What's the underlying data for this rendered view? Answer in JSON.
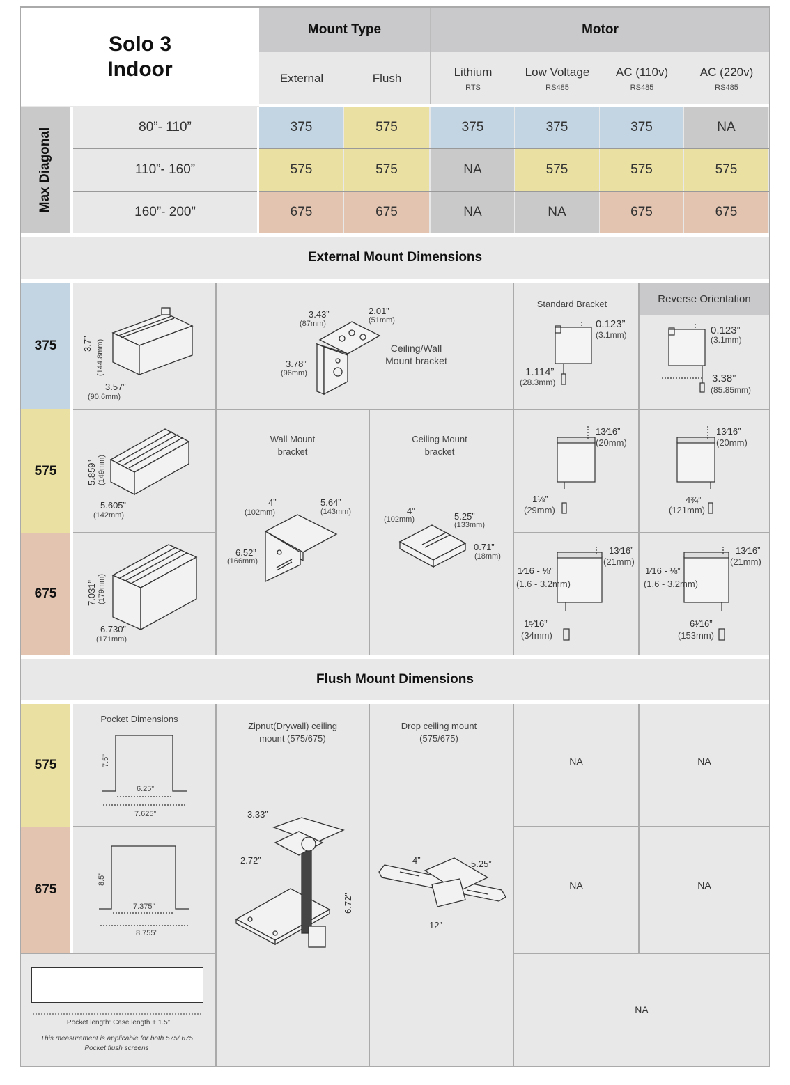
{
  "title": {
    "line1": "Solo 3",
    "line2": "Indoor"
  },
  "header": {
    "mount_type": "Mount Type",
    "motor": "Motor",
    "columns": [
      {
        "label": "External",
        "sub": ""
      },
      {
        "label": "Flush",
        "sub": ""
      },
      {
        "label": "Lithium",
        "sub": "RTS"
      },
      {
        "label": "Low Voltage",
        "sub": "RS485"
      },
      {
        "label": "AC (110v)",
        "sub": "RS485"
      },
      {
        "label": "AC (220v)",
        "sub": "RS485"
      }
    ]
  },
  "max_diagonal_label": "Max Diagonal",
  "rows": [
    {
      "range": "80”- 110”",
      "values": [
        "375",
        "575",
        "375",
        "375",
        "375",
        "NA"
      ],
      "colors": [
        "blue",
        "yel",
        "blue",
        "blue",
        "blue",
        "na"
      ]
    },
    {
      "range": "110”- 160”",
      "values": [
        "575",
        "575",
        "NA",
        "575",
        "575",
        "575"
      ],
      "colors": [
        "yel",
        "yel",
        "na",
        "yel",
        "yel",
        "yel"
      ]
    },
    {
      "range": "160”- 200”",
      "values": [
        "675",
        "675",
        "NA",
        "NA",
        "675",
        "675"
      ],
      "colors": [
        "peach",
        "peach",
        "na",
        "na",
        "peach",
        "peach"
      ]
    }
  ],
  "external": {
    "title": "External Mount Dimensions",
    "labels": [
      "375",
      "575",
      "675"
    ],
    "case375": {
      "h": "3.7”",
      "h_mm": "(144.8mm)",
      "w": "3.57”",
      "w_mm": "(90.6mm)"
    },
    "case575": {
      "h": "5.859”",
      "h_mm": "(149mm)",
      "w": "5.605”",
      "w_mm": "(142mm)"
    },
    "case675": {
      "h": "7.031”",
      "h_mm": "(179mm)",
      "w": "6.730”",
      "w_mm": "(171mm)"
    },
    "bracket375": {
      "a": "3.43”",
      "a_mm": "(87mm)",
      "b": "2.01”",
      "b_mm": "(51mm)",
      "c": "3.78”",
      "c_mm": "(96mm)",
      "caption1": "Ceiling/Wall",
      "caption2": "Mount bracket"
    },
    "standard_bracket": "Standard Bracket",
    "reverse_orientation": "Reverse Orientation",
    "std375": {
      "top": "0.123”",
      "top_mm": "(3.1mm)",
      "side": "1.114”",
      "side_mm": "(28.3mm)"
    },
    "rev375": {
      "top": "0.123”",
      "top_mm": "(3.1mm)",
      "side": "3.38”",
      "side_mm": "(85.85mm)"
    },
    "wall_bracket": {
      "caption1": "Wall Mount",
      "caption2": "bracket",
      "a": "4”",
      "a_mm": "(102mm)",
      "b": "5.64”",
      "b_mm": "(143mm)",
      "c": "6.52”",
      "c_mm": "(166mm)"
    },
    "ceiling_bracket": {
      "caption1": "Ceiling Mount",
      "caption2": "bracket",
      "a": "4”",
      "a_mm": "(102mm)",
      "b": "5.25”",
      "b_mm": "(133mm)",
      "c": "0.71”",
      "c_mm": "(18mm)"
    },
    "std575": {
      "top": "13⁄16”",
      "top_mm": "(20mm)",
      "side": "1⅛”",
      "side_mm": "(29mm)"
    },
    "rev575": {
      "top": "13⁄16”",
      "top_mm": "(20mm)",
      "side": "4¾”",
      "side_mm": "(121mm)"
    },
    "std675": {
      "top": "13⁄16”",
      "top_mm": "(21mm)",
      "gap": "1⁄16 - ⅛”",
      "gap_mm": "(1.6 - 3.2mm)",
      "side": "1⁵⁄16”",
      "side_mm": "(34mm)"
    },
    "rev675": {
      "top": "13⁄16”",
      "top_mm": "(21mm)",
      "gap": "1⁄16 - ⅛”",
      "gap_mm": "(1.6 - 3.2mm)",
      "side": "6¹⁄16”",
      "side_mm": "(153mm)"
    }
  },
  "flush": {
    "title": "Flush Mount Dimensions",
    "labels": [
      "575",
      "675"
    ],
    "pocket_title": "Pocket Dimensions",
    "pocket575": {
      "h": "7.5”",
      "inner": "6.25”",
      "outer": "7.625”"
    },
    "pocket675": {
      "h": "8.5”",
      "inner": "7.375”",
      "outer": "8.755”"
    },
    "pocket_note1": "Pocket length: Case length + 1.5”",
    "pocket_note2": "This measurement is applicable for both 575/ 675",
    "pocket_note3": "Pocket flush screens",
    "zipnut": {
      "caption1": "Zipnut(Drywall) ceiling",
      "caption2": "mount (575/675)",
      "a": "3.33”",
      "b": "2.72”",
      "c": "6.72”"
    },
    "drop": {
      "caption1": "Drop ceiling mount",
      "caption2": "(575/675)",
      "a": "4”",
      "b": "5.25”",
      "c": "12”"
    },
    "na": "NA"
  },
  "colors": {
    "blue": "#c3d4e3",
    "yellow": "#e9e0a2",
    "peach": "#e2c4b0",
    "gray": "#e8e8e8",
    "na": "#c9c9c9",
    "header": "#c9c9cb"
  }
}
